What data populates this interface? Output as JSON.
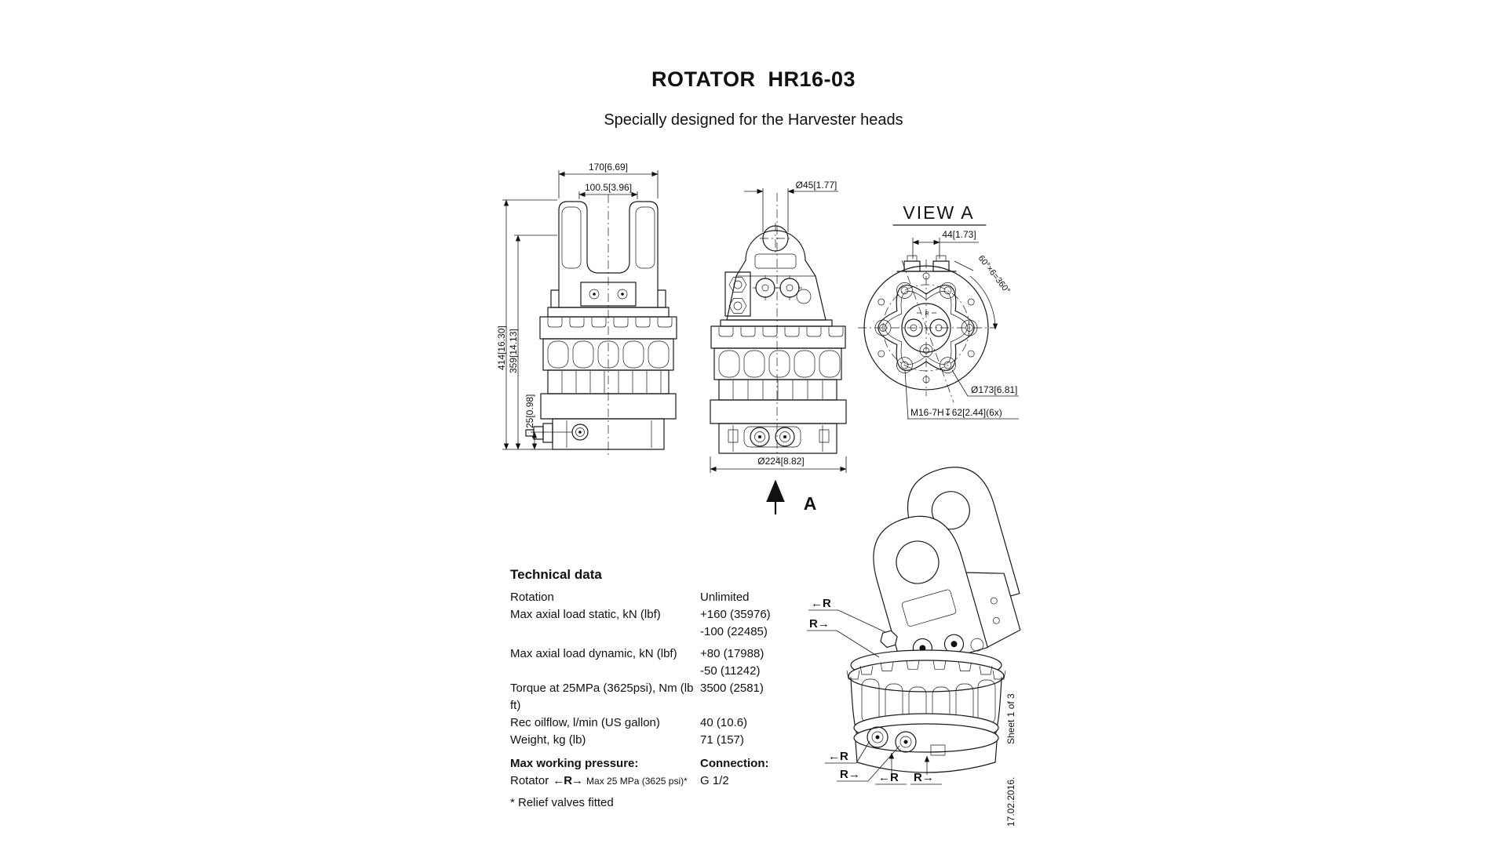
{
  "page": {
    "title": "ROTATOR  HR16-03",
    "subtitle": "Specially designed for the Harvester heads"
  },
  "front_view": {
    "dim_width": "170[6.69]",
    "dim_inner_width": "100.5[3.96]",
    "dim_total_height": "414[16.30]",
    "dim_body_height": "359[14.13]",
    "dim_port_height": "25[0.98]"
  },
  "side_view": {
    "dim_pin_hole": "Ø45[1.77]",
    "dim_outer_dia": "Ø224[8.82]",
    "view_label": "A"
  },
  "view_a": {
    "title": "VIEW A",
    "dim_port_spacing": "44[1.73]",
    "dim_bolt_pattern": "60°×6=360°",
    "dim_bolt_circle": "Ø173[6.81]",
    "dim_thread": "M16-7H↧62[2.44](6x)",
    "center_label": "R"
  },
  "technical_data": {
    "heading": "Technical data",
    "rows": [
      {
        "label": "Rotation",
        "value": "Unlimited"
      },
      {
        "label": "Max axial load static, kN (lbf)",
        "value": "+160 (35976)"
      },
      {
        "label": "",
        "value": "-100 (22485)"
      },
      {
        "label": "Max axial load dynamic, kN (lbf)",
        "value": "+80 (17988)"
      },
      {
        "label": "",
        "value": "-50 (11242)"
      },
      {
        "label": "Torque at 25MPa (3625psi), Nm (lb ft)",
        "value": "3500 (2581)"
      },
      {
        "label": "Rec oilflow, l/min (US gallon)",
        "value": "40 (10.6)"
      },
      {
        "label": "Weight, kg (lb)",
        "value": "71 (157)"
      }
    ],
    "pressure_heading": "Max working pressure:",
    "connection_heading": "Connection:",
    "rotator_label": "Rotator",
    "pressure_symbol": "←R→",
    "pressure_note": "Max 25 MPa (3625 psi)*",
    "connection_value": "G 1/2",
    "footnote": "* Relief valves fitted"
  },
  "iso_view": {
    "labels": [
      "←R",
      "R→",
      "←R",
      "R→",
      "←R",
      "R→"
    ]
  },
  "sheet": {
    "date": "17.02.2016.",
    "number": "Sheet 1 of 3"
  }
}
